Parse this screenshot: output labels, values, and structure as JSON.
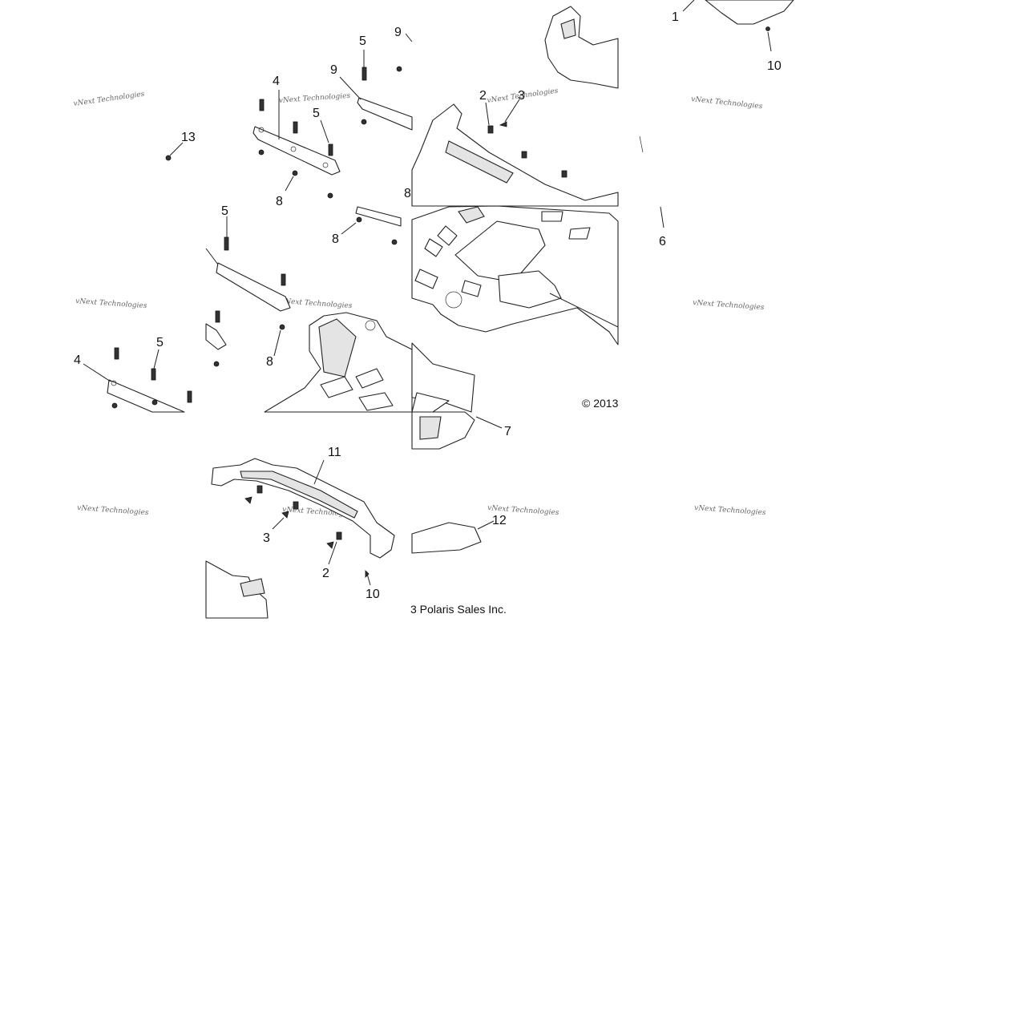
{
  "diagram": {
    "callouts": [
      {
        "id": "c1",
        "label": "1"
      },
      {
        "id": "c2a",
        "label": "2"
      },
      {
        "id": "c2b",
        "label": "2"
      },
      {
        "id": "c3a",
        "label": "3"
      },
      {
        "id": "c3b",
        "label": "3"
      },
      {
        "id": "c4a",
        "label": "4"
      },
      {
        "id": "c4b",
        "label": "4"
      },
      {
        "id": "c5a",
        "label": "5"
      },
      {
        "id": "c5b",
        "label": "5"
      },
      {
        "id": "c5c",
        "label": "5"
      },
      {
        "id": "c5d",
        "label": "5"
      },
      {
        "id": "c6",
        "label": "6"
      },
      {
        "id": "c7",
        "label": "7"
      },
      {
        "id": "c8a",
        "label": "8"
      },
      {
        "id": "c8b",
        "label": "8"
      },
      {
        "id": "c8c",
        "label": "8"
      },
      {
        "id": "c8d",
        "label": "8"
      },
      {
        "id": "c9a",
        "label": "9"
      },
      {
        "id": "c9b",
        "label": "9"
      },
      {
        "id": "c10a",
        "label": "10"
      },
      {
        "id": "c10b",
        "label": "10"
      },
      {
        "id": "c11",
        "label": "11"
      },
      {
        "id": "c12",
        "label": "12"
      },
      {
        "id": "c13",
        "label": "13"
      }
    ],
    "copyright_part1": "© 2013",
    "copyright_part2": "3 Polaris Sales Inc.",
    "watermark": "vNext Technologies"
  }
}
